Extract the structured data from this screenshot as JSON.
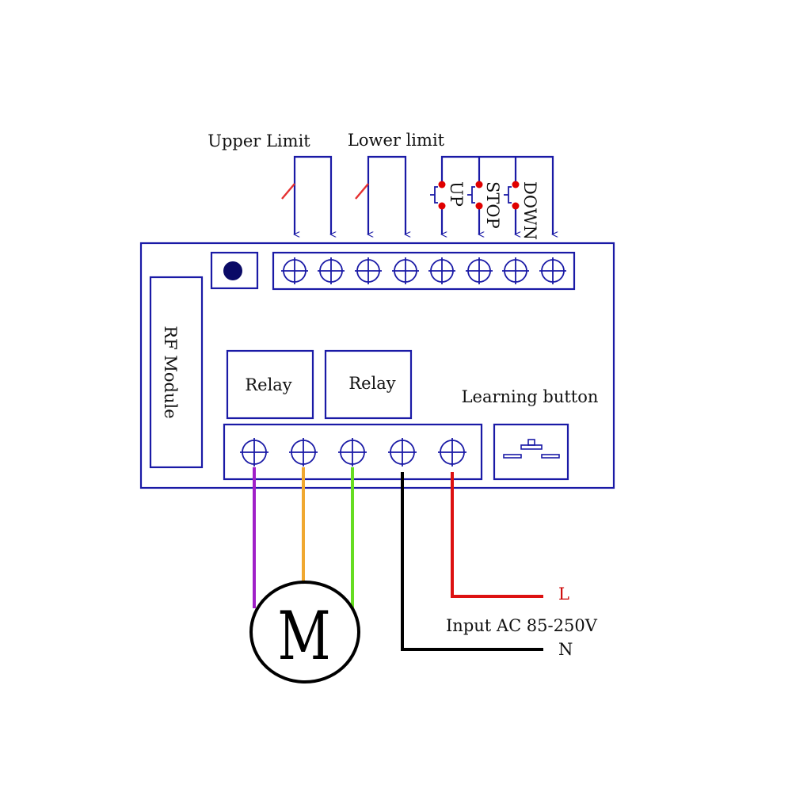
{
  "labels": {
    "upper_limit": "Upper Limit",
    "lower_limit": "Lower limit",
    "up": "UP",
    "stop": "STOP",
    "down": "DOWN",
    "rf_module": "RF Module",
    "relay_1": "Relay",
    "relay_2": "Relay",
    "learning_button": "Learning button",
    "motor": "M",
    "live": "L",
    "neutral": "N",
    "input": "Input AC 85-250V"
  },
  "colors": {
    "board_outline": "#1a1aa6",
    "limit_switch": "#e53030",
    "button_contact": "#e00000",
    "wire_purple": "#a020c8",
    "wire_orange": "#f0a830",
    "wire_green": "#66dd22",
    "wire_black": "#000000",
    "wire_red": "#dd1111",
    "live_label": "#cc0000",
    "indicator_dot": "#0a0a66"
  },
  "terminals": {
    "top_count": 8,
    "bottom_count": 5
  }
}
